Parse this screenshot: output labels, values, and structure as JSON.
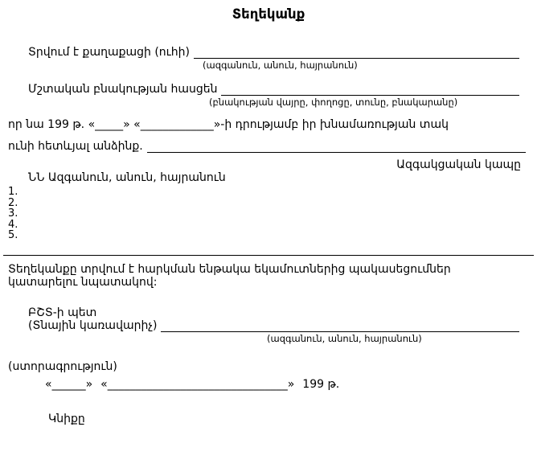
{
  "title": "Տեղեկանք",
  "fields": {
    "issued_to": {
      "label": "Տրվում է քաղաքացի (ուհի)",
      "caption": "(ազգանուն, անուն, հայրանուն)"
    },
    "address": {
      "label": "Մշտական բնակության հասցեն",
      "caption": "(բնակության վայրը, փողոցը, տունը, բնակարանը)"
    }
  },
  "statement": {
    "line1": "որ նա 199 թ. «_____»  «_____________»-ի դրությամբ իր խնամառության տակ",
    "line2": "ունի հետևյալ անձինք."
  },
  "dependents_table": {
    "relation_header": "Ազգակցական կապը",
    "name_header": "ՆՆ Ազգանուն, անուն, հայրանուն",
    "rows": [
      "1.",
      "2.",
      "3.",
      "4.",
      "5."
    ]
  },
  "purpose": "Տեղեկանքը տրվում է հարկման ենթակա եկամուտներից պակասեցումներ կատարելու նպատակով:",
  "signatory": {
    "title1": "ԲՇՏ-ի պետ",
    "title2": "(Տնային կառավարիչ)",
    "caption": "(ազգանուն, անուն, հայրանուն)"
  },
  "signature_caption": "(ստորագրություն)",
  "date_line": {
    "day": "«______»",
    "month": "«________________________________»",
    "year": "199 թ."
  },
  "seal_label": "Կնիքը"
}
